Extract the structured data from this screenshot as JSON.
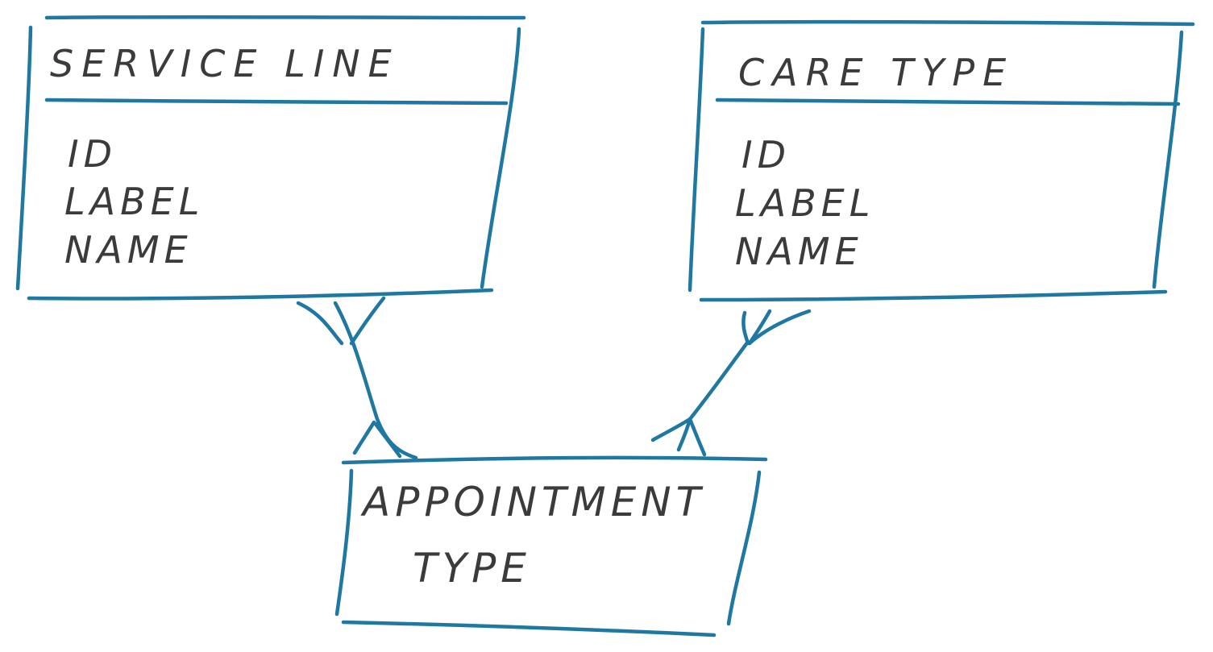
{
  "colors": {
    "box_stroke": "#1f78a1",
    "text": "#3b3b3b",
    "background": "#ffffff"
  },
  "entities": [
    {
      "id": "service_line",
      "title": "SERVICE LINE",
      "attributes": [
        "ID",
        "LABEL",
        "NAME"
      ]
    },
    {
      "id": "care_type",
      "title": "CARE TYPE",
      "attributes": [
        "ID",
        "LABEL",
        "NAME"
      ]
    },
    {
      "id": "appointment_type",
      "title_line1": "APPOINTMENT",
      "title_line2": "TYPE"
    }
  ],
  "relationships": [
    {
      "from": "service_line",
      "to": "appointment_type",
      "from_end": "many",
      "to_end": "many"
    },
    {
      "from": "care_type",
      "to": "appointment_type",
      "from_end": "many",
      "to_end": "many"
    }
  ]
}
